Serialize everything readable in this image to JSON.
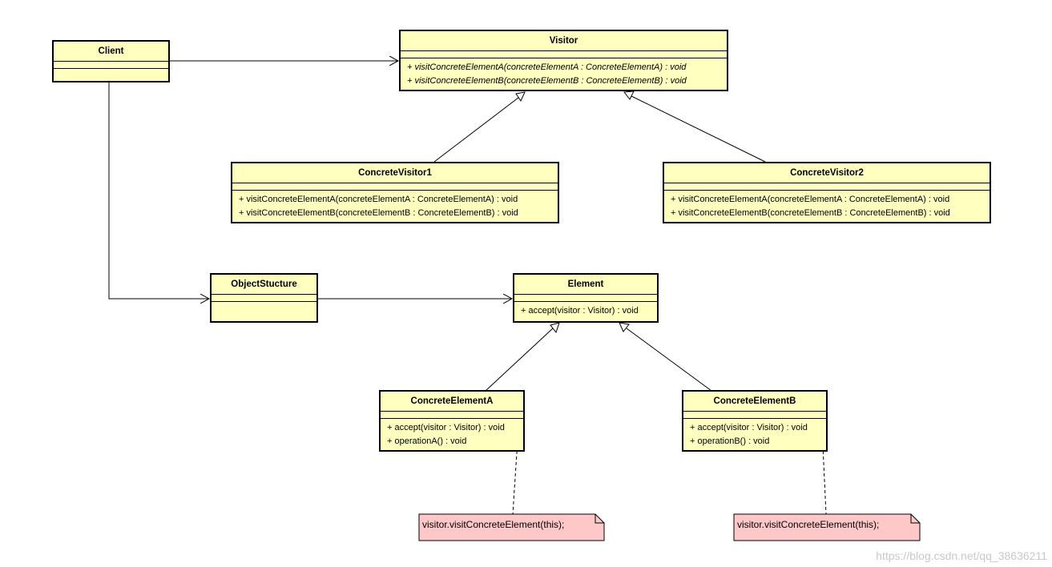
{
  "classes": {
    "client": {
      "name": "Client",
      "operations": []
    },
    "visitor": {
      "name": "Visitor",
      "operations": [
        "+ visitConcreteElementA(concreteElementA : ConcreteElementA) : void",
        "+ visitConcreteElementB(concreteElementB : ConcreteElementB) : void"
      ]
    },
    "concrete_visitor_1": {
      "name": "ConcreteVisitor1",
      "operations": [
        "+ visitConcreteElementA(concreteElementA : ConcreteElementA) : void",
        "+ visitConcreteElementB(concreteElementB : ConcreteElementB) : void"
      ]
    },
    "concrete_visitor_2": {
      "name": "ConcreteVisitor2",
      "operations": [
        "+ visitConcreteElementA(concreteElementA : ConcreteElementA) : void",
        "+ visitConcreteElementB(concreteElementB : ConcreteElementB) : void"
      ]
    },
    "object_structure": {
      "name": "ObjectStucture",
      "operations": []
    },
    "element": {
      "name": "Element",
      "operations": [
        "+ accept(visitor : Visitor) : void"
      ]
    },
    "concrete_element_a": {
      "name": "ConcreteElementA",
      "operations": [
        "+ accept(visitor : Visitor) : void",
        "+ operationA() : void"
      ]
    },
    "concrete_element_b": {
      "name": "ConcreteElementB",
      "operations": [
        "+ accept(visitor : Visitor) : void",
        "+ operationB() : void"
      ]
    }
  },
  "notes": {
    "note_a": "visitor.visitConcreteElement(this);",
    "note_b": "visitor.visitConcreteElement(this);"
  },
  "colors": {
    "class_fill": "#ffffc0",
    "note_fill": "#ffc8c8",
    "line": "#000000"
  },
  "watermark": "https://blog.csdn.net/qq_38636211"
}
